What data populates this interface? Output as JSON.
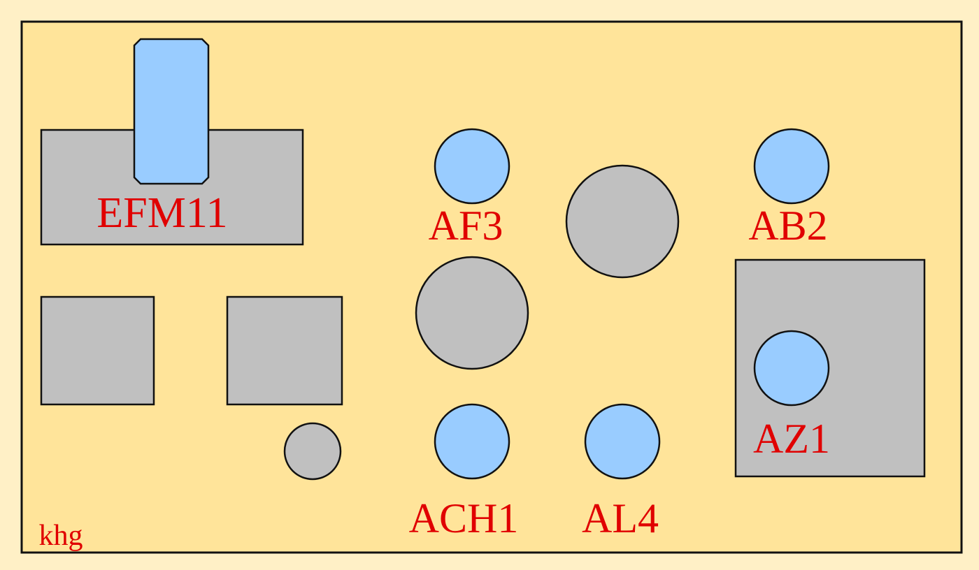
{
  "labels": {
    "efm11": "EFM11",
    "af3": "AF3",
    "ab2": "AB2",
    "az1": "AZ1",
    "ach1": "ACH1",
    "al4": "AL4",
    "signature": "khg"
  },
  "colors": {
    "background": "#FFF0C6",
    "chassis": "#FFE49A",
    "socket_gray": "#C0C0C0",
    "tube_blue": "#99CCFF",
    "label_red": "#E00000"
  }
}
